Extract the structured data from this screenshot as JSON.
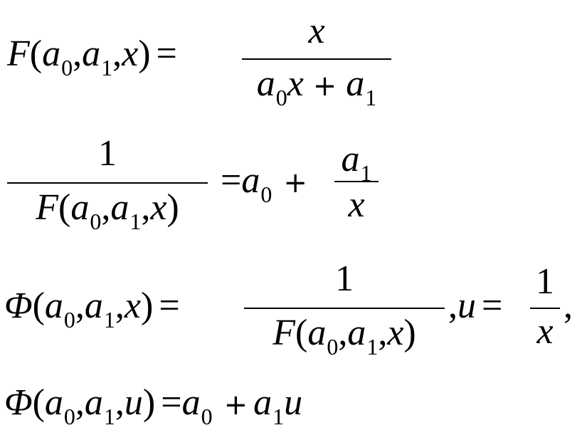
{
  "equations": [
    {
      "id": "eq1",
      "lhs": {
        "fn": "F",
        "args": [
          "a",
          "0",
          ",",
          "a",
          "1",
          ",",
          "x"
        ]
      },
      "rhs_frac": {
        "num": "x",
        "den": [
          "a",
          "0",
          "x",
          "+",
          "a",
          "1"
        ]
      }
    },
    {
      "id": "eq2",
      "lhs_frac": {
        "num": "1",
        "den": [
          "F",
          "a",
          "0",
          "a",
          "1",
          "x"
        ]
      },
      "rhs": [
        "a",
        "0",
        "+"
      ],
      "rhs_frac": {
        "num": [
          "a",
          "1"
        ],
        "den": "x"
      }
    },
    {
      "id": "eq3",
      "lhs": {
        "fn": "Φ",
        "args": [
          "a",
          "0",
          "a",
          "1",
          "x"
        ]
      },
      "rhs_frac": {
        "num": "1",
        "den": [
          "F",
          "a",
          "0",
          "a",
          "1",
          "x"
        ]
      },
      "tail": {
        "var": "u",
        "frac": {
          "num": "1",
          "den": "x"
        }
      }
    },
    {
      "id": "eq4",
      "lhs": {
        "fn": "Φ",
        "args": [
          "a",
          "0",
          "a",
          "1",
          "u"
        ]
      },
      "rhs": [
        "a",
        "0",
        "+",
        "a",
        "1",
        "u"
      ]
    }
  ],
  "symbols": {
    "F": "F",
    "Phi": "Φ",
    "a": "a",
    "x": "x",
    "u": "u",
    "zero": "0",
    "one": "1",
    "comma": ",",
    "lparen": "(",
    "rparen": ")",
    "eq": "=",
    "plus": "+"
  }
}
